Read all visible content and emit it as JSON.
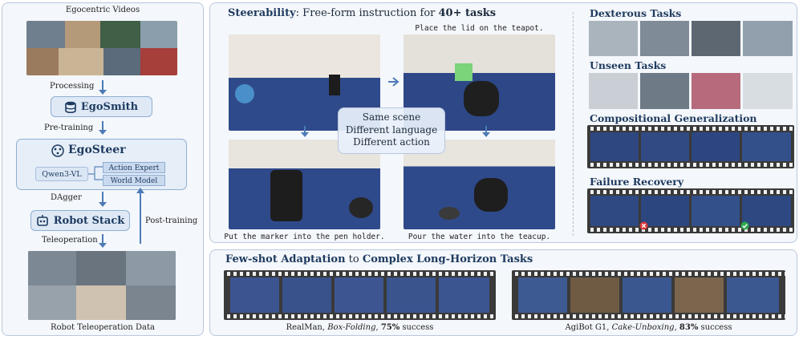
{
  "left": {
    "ego_videos_label": "Egocentric Videos",
    "processing_label": "Processing",
    "egosmith_label": "EgoSmith",
    "pretraining_label": "Pre-training",
    "egosteer_label": "EgoSteer",
    "qwen_label": "Qwen3-VL",
    "action_expert_label": "Action Expert",
    "world_model_label": "World Model",
    "dagger_label": "DAgger",
    "robot_stack_label": "Robot Stack",
    "post_training_label": "Post-training",
    "teleop_label": "Teleoperation",
    "teleop_data_label": "Robot Teleoperation Data"
  },
  "steer": {
    "title_bold": "Steerability",
    "title_rest": ": Free-form instruction for ",
    "title_count": "40+ tasks",
    "caption_lid": "Place the lid on the teapot.",
    "caption_marker": "Put the marker into the pen holder.",
    "caption_water": "Pour the water into the teacup.",
    "center_line1": "Same scene",
    "center_line2": "Different language",
    "center_line3": "Different action"
  },
  "right": {
    "dexterous": "Dexterous Tasks",
    "unseen": "Unseen Tasks",
    "compositional": "Compositional Generalization",
    "failure": "Failure Recovery"
  },
  "fewshot": {
    "title_bold1": "Few-shot Adaptation",
    "title_mid": " to ",
    "title_bold2": "Complex Long-Horizon Tasks",
    "realman_robot": "RealMan, ",
    "realman_task": "Box-Folding",
    "realman_rate": "75%",
    "agibot_robot": "AgiBot G1, ",
    "agibot_task": "Cake-Unboxing",
    "agibot_rate": "83%",
    "success_word": " success"
  },
  "colors": {
    "accent": "#1d3a5f",
    "arrow": "#4c7bb6",
    "panel_border": "#b9c8dd",
    "success_icon": "#2fa84f",
    "fail_icon": "#d83a3a"
  }
}
